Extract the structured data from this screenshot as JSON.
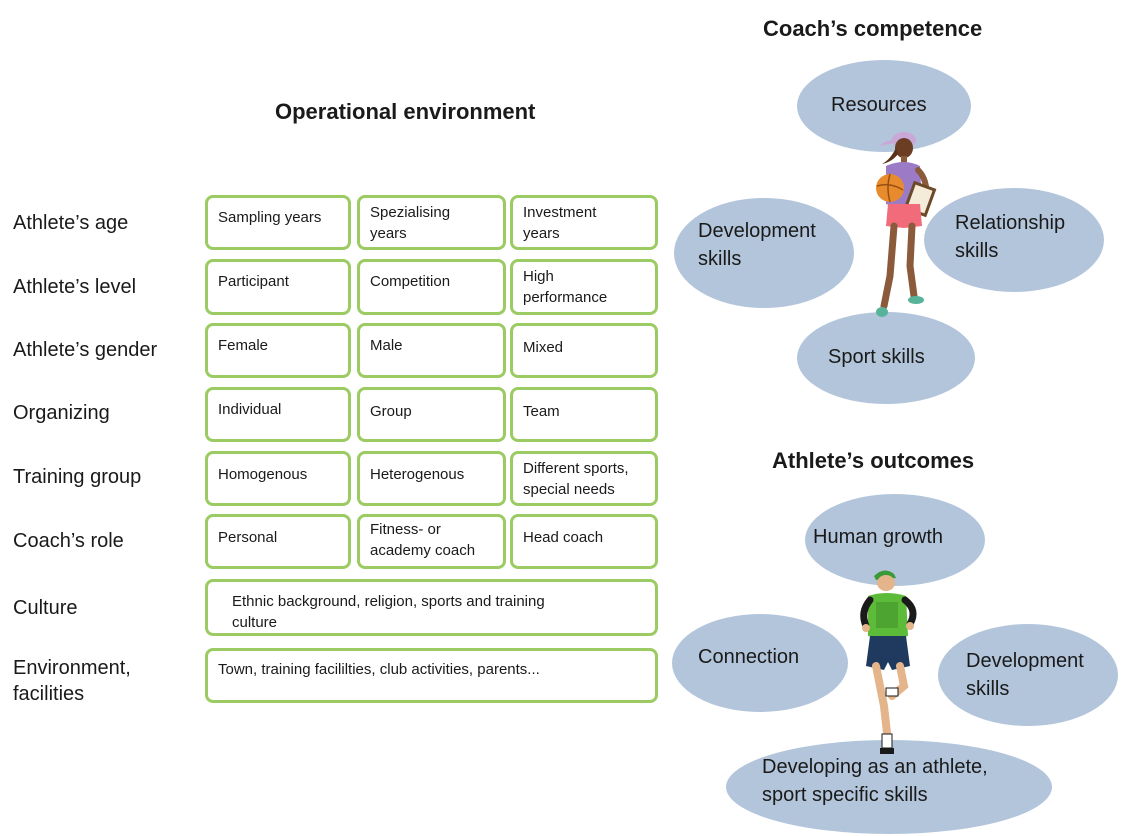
{
  "operational": {
    "title": "Operational environment",
    "rows": [
      {
        "label": "Athlete’s age",
        "cells": [
          "Sampling years",
          "Spezialising\nyears",
          "Investment\nyears"
        ]
      },
      {
        "label": "Athlete’s level",
        "cells": [
          "Participant",
          "Competition",
          "High\nperformance"
        ]
      },
      {
        "label": "Athlete’s gender",
        "cells": [
          "Female",
          "Male",
          "Mixed"
        ]
      },
      {
        "label": "Organizing",
        "cells": [
          "Individual",
          "Group",
          "Team"
        ]
      },
      {
        "label": "Training group",
        "cells": [
          "Homogenous",
          "Heterogenous",
          "Different sports,\nspecial needs"
        ]
      },
      {
        "label": "Coach’s role",
        "cells": [
          "Personal",
          "Fitness- or\nacademy coach",
          "Head coach"
        ]
      },
      {
        "label": "Culture",
        "cells": [
          "Ethnic background, religion, sports and training\nculture"
        ]
      },
      {
        "label": "Environment,\nfacilities",
        "cells": [
          "Town, training facililties, club activities, parents..."
        ]
      }
    ]
  },
  "coach": {
    "title": "Coach’s competence",
    "ovals": [
      "Resources",
      "Development\nskills",
      "Relationship\nskills",
      "Sport skills"
    ]
  },
  "athlete": {
    "title": "Athlete’s outcomes",
    "ovals": [
      "Human growth",
      "Connection",
      "Development\nskills",
      "Developing as an athlete,\nsport specific skills"
    ]
  },
  "colors": {
    "cell_border": "#9ccb63",
    "oval_fill": "#b3c5db"
  }
}
